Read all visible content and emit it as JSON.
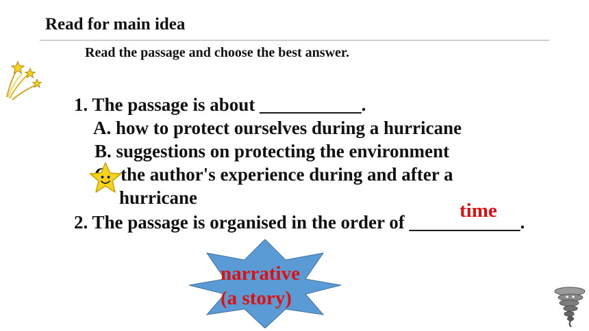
{
  "slide": {
    "title": "Read for main idea",
    "instruction": "Read the passage and choose the best answer."
  },
  "questions": {
    "q1": {
      "stem": "1. The passage is about ___________.",
      "option_a": "A. how to protect ourselves during a hurricane",
      "option_b": "B. suggestions on protecting the environment",
      "option_c_prefix": "C.",
      "option_c_line1": "the author's experience during and after a",
      "option_c_line2": "hurricane"
    },
    "q2": {
      "stem": "2. The passage is organised in the order of ____________.",
      "answer": "time"
    }
  },
  "burst": {
    "line1": "narrative",
    "line2": "(a story)"
  },
  "colors": {
    "answer_red": "#e01010",
    "burst_blue": "#5b9bd5",
    "star_yellow": "#f7d31e"
  },
  "icons": {
    "shooting_stars": "shooting-stars-icon",
    "smiley_star": "smiley-star-icon",
    "tornado": "tornado-icon"
  }
}
